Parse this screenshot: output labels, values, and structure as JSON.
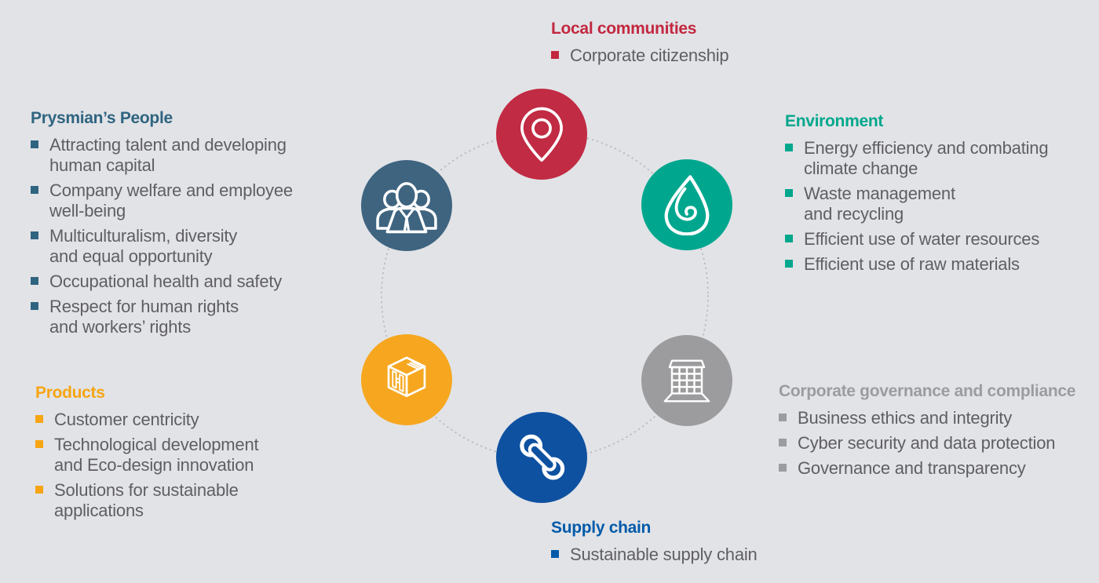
{
  "canvas": {
    "background": "#e2e3e7",
    "ring_color": "#bcbdc2"
  },
  "sections": {
    "local_communities": {
      "title": "Local communities",
      "color": "#c2283f",
      "circle_color": "#c12b43",
      "icon": "map-pin-icon",
      "items": [
        "Corporate citizenship"
      ]
    },
    "prysmians_people": {
      "title": "Prysmian’s People",
      "color": "#2f6480",
      "circle_color": "#3e6480",
      "icon": "people-icon",
      "items": [
        "Attracting talent and developing\nhuman capital",
        "Company welfare and employee\nwell-being",
        "Multiculturalism, diversity\nand equal opportunity",
        "Occupational health and safety",
        "Respect for human rights\nand workers’ rights"
      ]
    },
    "environment": {
      "title": "Environment",
      "color": "#00a78c",
      "circle_color": "#00a78e",
      "icon": "water-drop-icon",
      "items": [
        "Energy efficiency and combating\nclimate change",
        "Waste management\nand recycling",
        "Efficient use of water resources",
        "Efficient use of raw materials"
      ]
    },
    "products": {
      "title": "Products",
      "color": "#f6a513",
      "circle_color": "#f6a71f",
      "icon": "package-box-icon",
      "items": [
        "Customer centricity",
        "Technological development\nand Eco-design innovation",
        "Solutions for sustainable\napplications"
      ]
    },
    "governance": {
      "title": "Corporate governance and compliance",
      "color": "#9b9c9f",
      "circle_color": "#9c9c9e",
      "icon": "building-icon",
      "items": [
        "Business ethics and integrity",
        "Cyber security and data protection",
        "Governance and transparency"
      ]
    },
    "supply_chain": {
      "title": "Supply chain",
      "color": "#005aa9",
      "circle_color": "#0e51a1",
      "icon": "chain-link-icon",
      "items": [
        "Sustainable supply chain"
      ]
    }
  }
}
